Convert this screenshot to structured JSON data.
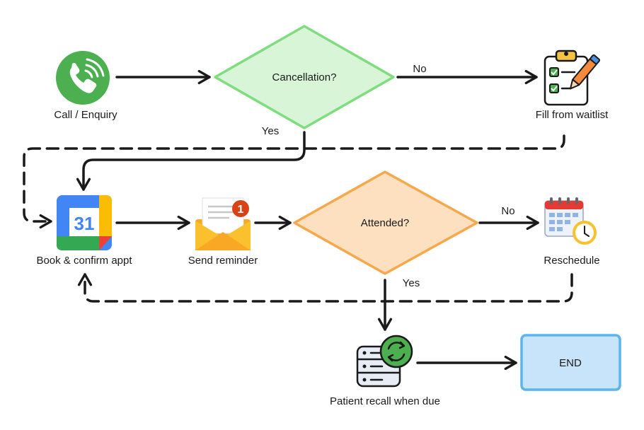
{
  "nodes": {
    "call": {
      "label": "Call / Enquiry",
      "icon": "phone-icon"
    },
    "cancellation": {
      "label": "Cancellation?"
    },
    "waitlist": {
      "label": "Fill from waitlist",
      "icon": "clipboard-checklist-icon"
    },
    "book": {
      "label": "Book & confirm appt",
      "icon": "calendar-31-icon",
      "icon_text": "31"
    },
    "reminder": {
      "label": "Send reminder",
      "icon": "envelope-notification-icon",
      "badge": "1"
    },
    "attended": {
      "label": "Attended?"
    },
    "reschedule": {
      "label": "Reschedule",
      "icon": "calendar-clock-icon"
    },
    "recall": {
      "label": "Patient recall when due",
      "icon": "database-sync-icon"
    },
    "end": {
      "label": "END"
    }
  },
  "edges": {
    "cancellation_no": "No",
    "cancellation_yes": "Yes",
    "attended_no": "No",
    "attended_yes": "Yes"
  },
  "colors": {
    "cancellation_fill": "#d8f5d8",
    "cancellation_stroke": "#7fdc7f",
    "attended_fill": "#fde0c0",
    "attended_stroke": "#f5a84c",
    "end_fill": "#c8e4fb",
    "end_stroke": "#5cb4ef",
    "phone_green": "#4caf50",
    "arrow": "#1a1a1a"
  }
}
